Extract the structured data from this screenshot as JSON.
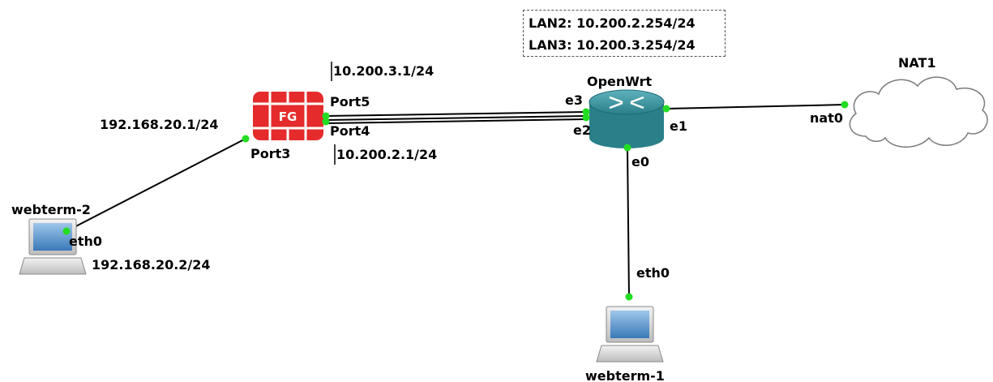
{
  "note": {
    "line1": "LAN2: 10.200.2.254/24",
    "line2": "LAN3: 10.200.3.254/24"
  },
  "nodes": {
    "fortigate": {
      "label": "FG",
      "color": "#e52b2b"
    },
    "openwrt": {
      "name": "OpenWrt",
      "color": "#2f8a94"
    },
    "nat": {
      "name": "NAT1"
    },
    "webterm1": {
      "name": "webterm-1"
    },
    "webterm2": {
      "name": "webterm-2"
    }
  },
  "interfaces": {
    "fg_port3": "Port3",
    "fg_port4": "Port4",
    "fg_port5": "Port5",
    "owrt_e0": "e0",
    "owrt_e1": "e1",
    "owrt_e2": "e2",
    "owrt_e3": "e3",
    "nat_nat0": "nat0",
    "wt1_eth0": "eth0",
    "wt2_eth0": "eth0"
  },
  "addresses": {
    "fg_port3": "192.168.20.1/24",
    "fg_port5": "10.200.3.1/24",
    "fg_port4": "10.200.2.1/24",
    "wt2_eth0": "192.168.20.2/24"
  },
  "colors": {
    "link": "#000000",
    "port_dot": "#00e000"
  }
}
